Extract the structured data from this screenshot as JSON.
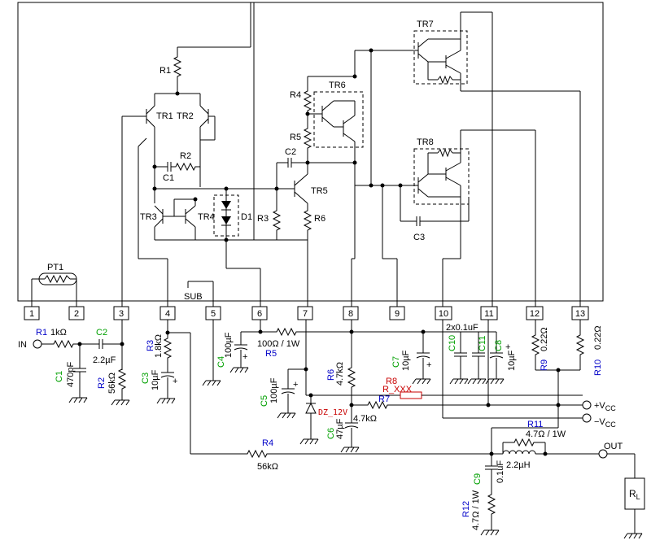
{
  "ic": {
    "pins": [
      "1",
      "2",
      "3",
      "4",
      "5",
      "6",
      "7",
      "8",
      "9",
      "10",
      "11",
      "12",
      "13"
    ]
  },
  "internal": {
    "pt1": "PT1",
    "tr1": "TR1",
    "tr2": "TR2",
    "tr3": "TR3",
    "tr4": "TR4",
    "tr5": "TR5",
    "tr6": "TR6",
    "tr7": "TR7",
    "tr8": "TR8",
    "d1": "D1",
    "r1": "R1",
    "r2": "R2",
    "r3": "R3",
    "r4": "R4",
    "r5": "R5",
    "r6": "R6",
    "c1": "C1",
    "c2": "C2",
    "c3": "C3",
    "sub": "SUB"
  },
  "external": {
    "in_label": "IN",
    "out_label": "OUT",
    "vcc_pos": "+V",
    "vcc_neg": "−V",
    "vcc_sub": "CC",
    "rl": "R",
    "rl_sub": "L",
    "R1": {
      "name": "R1",
      "value": "1kΩ"
    },
    "C2": {
      "name": "C2",
      "value": "2.2µF"
    },
    "C1": {
      "name": "C1",
      "value": "470pF"
    },
    "R2": {
      "name": "R2",
      "value": "56kΩ"
    },
    "R3": {
      "name": "R3",
      "value": "1.8kΩ"
    },
    "C3": {
      "name": "C3",
      "value": "10µF"
    },
    "C4": {
      "name": "C4",
      "value": "100µF"
    },
    "R5": {
      "name": "R5",
      "value": "100Ω / 1W"
    },
    "C5": {
      "name": "C5",
      "value": "100µF"
    },
    "DZ": {
      "name": "DZ_12V"
    },
    "R6": {
      "name": "R6",
      "value": "4.7kΩ"
    },
    "R7": {
      "name": "R7",
      "value": "4.7kΩ"
    },
    "R8": {
      "name": "R8",
      "value": "R_XXX"
    },
    "C6": {
      "name": "C6",
      "value": "47µF"
    },
    "C7": {
      "name": "C7",
      "value": "10µF"
    },
    "C10": {
      "name": "C10"
    },
    "C11": {
      "name": "C11"
    },
    "C10_11_value": "2x0.1uF",
    "C8": {
      "name": "C8",
      "value": "10µF"
    },
    "R9": {
      "name": "R9",
      "value": "0.22Ω"
    },
    "R10": {
      "name": "R10",
      "value": "0.22Ω"
    },
    "R11": {
      "name": "R11",
      "value": "4.7Ω / 1W"
    },
    "L": {
      "value": "2.2µH"
    },
    "C9": {
      "name": "C9",
      "value": "0.1uF"
    },
    "R12": {
      "name": "R12",
      "value": "4.7Ω / 1W"
    },
    "R4": {
      "name": "R4",
      "value": "56kΩ"
    }
  }
}
